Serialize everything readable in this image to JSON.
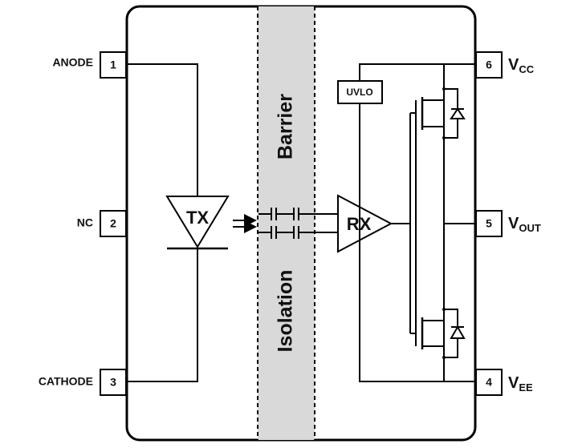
{
  "pins": {
    "p1": {
      "name": "ANODE",
      "number": "1"
    },
    "p2": {
      "name": "NC",
      "number": "2"
    },
    "p3": {
      "name": "CATHODE",
      "number": "3"
    },
    "p4": {
      "name": "V",
      "sub": "EE",
      "number": "4"
    },
    "p5": {
      "name": "V",
      "sub": "OUT",
      "number": "5"
    },
    "p6": {
      "name": "V",
      "sub": "CC",
      "number": "6"
    }
  },
  "blocks": {
    "tx": "TX",
    "rx": "RX",
    "uvlo": "UVLO"
  },
  "barrier": {
    "top": "Barrier",
    "bottom": "Isolation"
  },
  "colors": {
    "barrier_fill": "#d9d9d9",
    "line": "#000000"
  }
}
